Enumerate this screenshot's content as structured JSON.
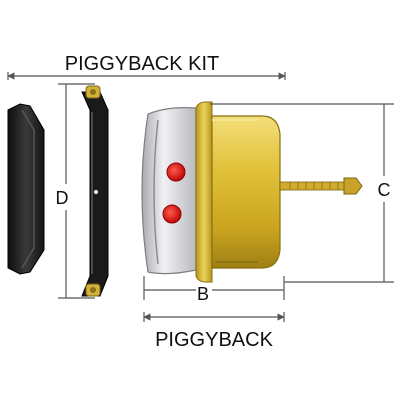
{
  "labels": {
    "piggyback_kit": "PIGGYBACK KIT",
    "piggyback": "PIGGYBACK",
    "dim_d": "D",
    "dim_b": "B",
    "dim_c": "C"
  },
  "colors": {
    "background": "#ffffff",
    "dimension_line": "#555555",
    "gasket": "#1c1c1c",
    "clamp_ring": "#222222",
    "clamp_bolt": "#d4b13a",
    "canister_brass": "#d9b82c",
    "flange_silver": "#d8d8dc",
    "port_red": "#e01212",
    "rod_brass": "#c9a22a"
  },
  "icons": {
    "gasket": "gasket-plate-shape",
    "clamp": "clamp-ring-shape",
    "chamber": "brake-chamber-shape",
    "ports": "red-port-circle"
  }
}
